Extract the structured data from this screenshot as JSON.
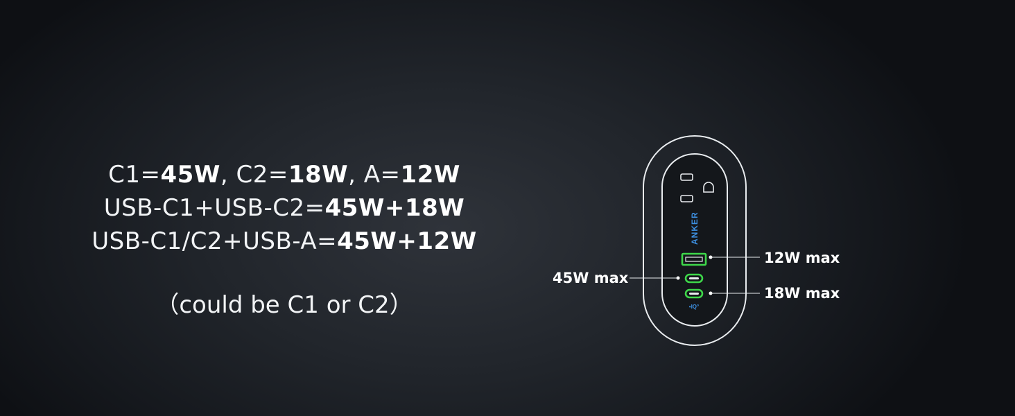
{
  "specs": {
    "line1": {
      "p1": "C1=",
      "b1": "45W",
      "p2": ", C2=",
      "b2": "18W",
      "p3": ", A=",
      "b3": "12W"
    },
    "line2": {
      "p1": "USB-C1+USB-C2=",
      "b1": "45W+18W"
    },
    "line3": {
      "p1": "USB-C1/C2+USB-A=",
      "b1": "45W+12W"
    },
    "note": "（could be C1 or C2）"
  },
  "device": {
    "brand": "ANKER",
    "iq_label": "•IQ°",
    "usb_a_highlight_color": "#3ed84a",
    "usbc_highlight_color": "#3ed84a"
  },
  "callouts": {
    "usb_a": "12W max",
    "usb_c1": "45W max",
    "usb_c2": "18W max"
  }
}
